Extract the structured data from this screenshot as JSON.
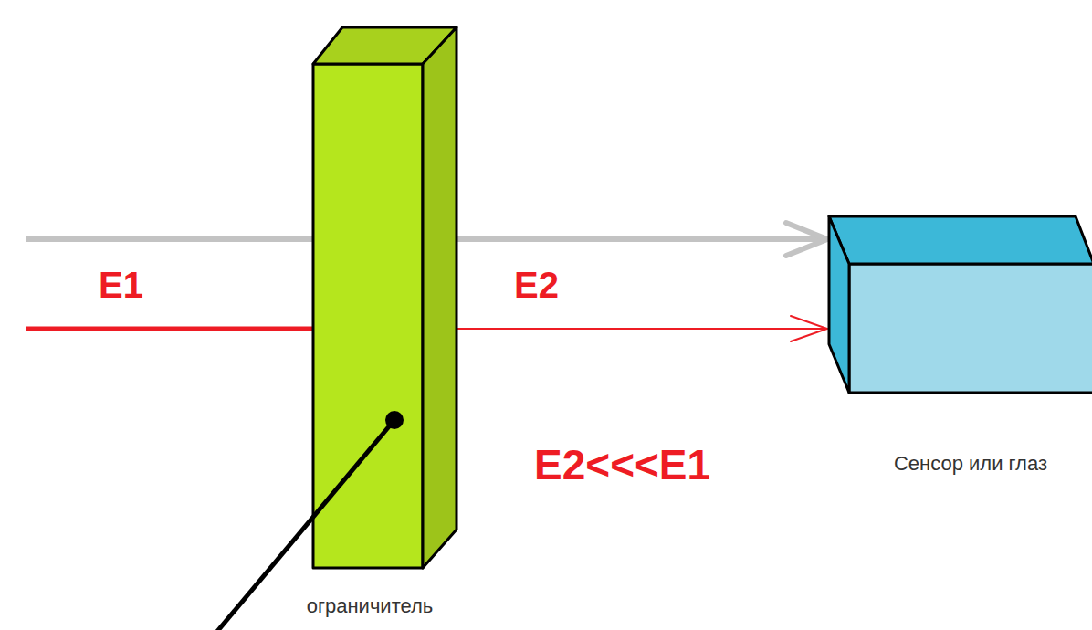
{
  "diagram": {
    "nodes": [
      {
        "text": [
          "ограничитель"
        ]
      },
      {
        "text": [
          "Сенсор или глаз"
        ]
      }
    ],
    "edges": [
      {
        "from": 0,
        "to": 1,
        "arrow": "to"
      },
      {
        "from": 0,
        "to": 1,
        "arrow": "to"
      }
    ],
    "labels": [
      "E1",
      "E2",
      "E2<<<E1"
    ]
  }
}
